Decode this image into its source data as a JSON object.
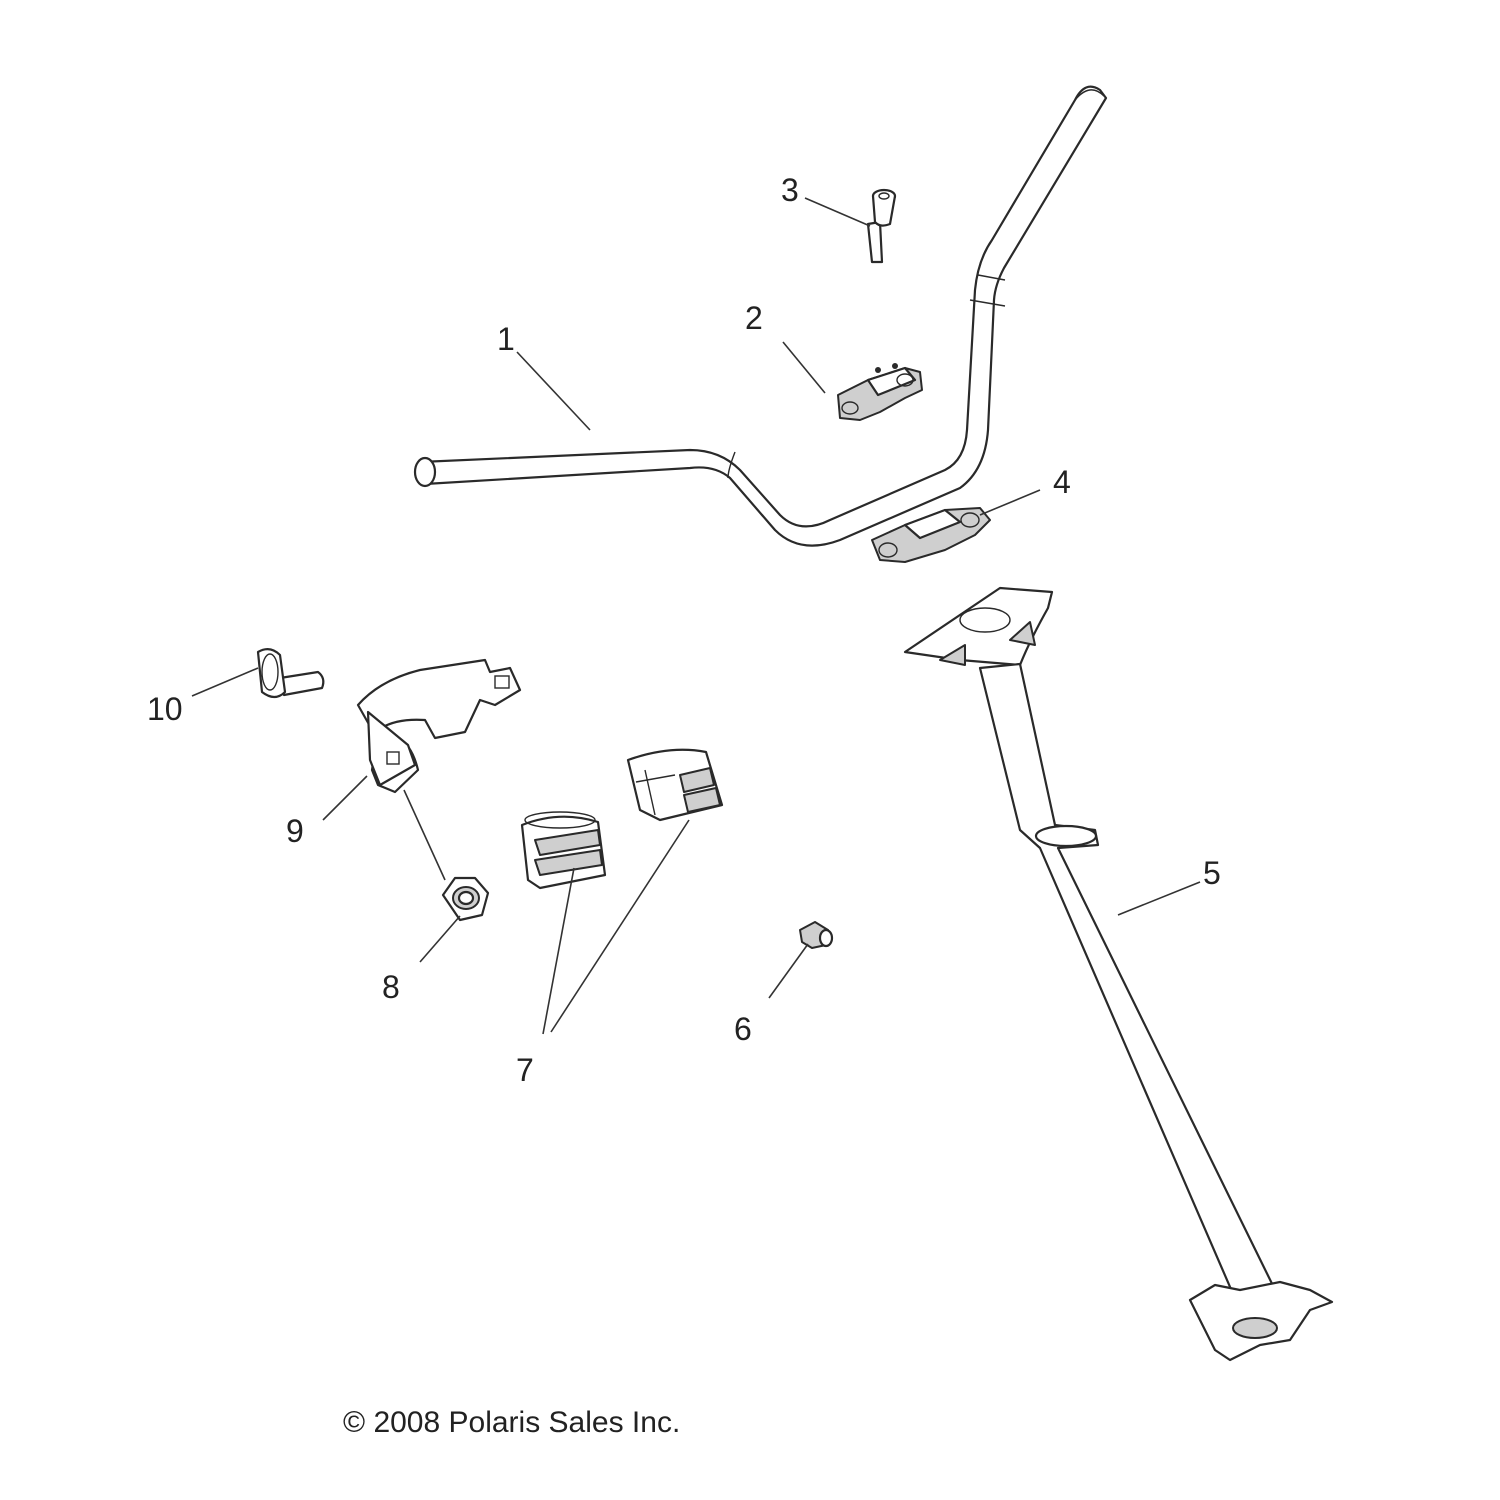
{
  "callouts": {
    "c1": "1",
    "c2": "2",
    "c3": "3",
    "c4": "4",
    "c5": "5",
    "c6": "6",
    "c7": "7",
    "c8": "8",
    "c9": "9",
    "c10": "10"
  },
  "copyright": "© 2008 Polaris Sales Inc."
}
